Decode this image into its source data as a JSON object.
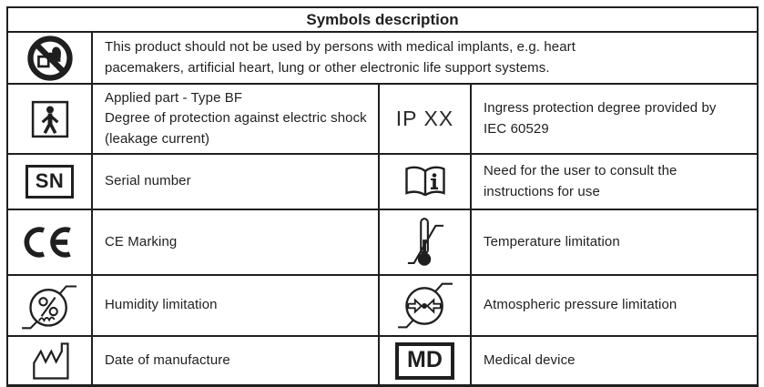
{
  "title": "Symbols description",
  "colors": {
    "border": "#1f1f1f",
    "text": "#1f1f1f",
    "background": "#ffffff"
  },
  "rows": {
    "implants": {
      "icon": "no-pacemaker-icon",
      "desc": "This product should not be used by persons with medical implants, e.g. heart\npacemakers, artificial heart, lung or other electronic life support systems."
    },
    "bf_ip": {
      "icon": "type-bf-icon",
      "desc": "Applied part - Type BF\nDegree of protection against electric shock (leakage current)",
      "symbol_text": "IP XX",
      "desc2": "Ingress protection degree provided by\nIEC 60529"
    },
    "sn_manual": {
      "icon": "serial-number-icon",
      "symbol_text": "SN",
      "desc": "Serial number",
      "icon2": "consult-instructions-icon",
      "desc2": "Need for the user to consult the\ninstructions for use"
    },
    "ce_temp": {
      "icon": "ce-marking-icon",
      "desc": "CE Marking",
      "icon2": "temperature-limitation-icon",
      "desc2": "Temperature limitation"
    },
    "humidity_pressure": {
      "icon": "humidity-limitation-icon",
      "desc": "Humidity limitation",
      "icon2": "atmospheric-pressure-limitation-icon",
      "desc2": "Atmospheric pressure limitation"
    },
    "mfg_md": {
      "icon": "date-of-manufacture-icon",
      "desc": "Date of manufacture",
      "icon2": "medical-device-icon",
      "symbol_text": "MD",
      "desc2": "Medical device"
    }
  }
}
